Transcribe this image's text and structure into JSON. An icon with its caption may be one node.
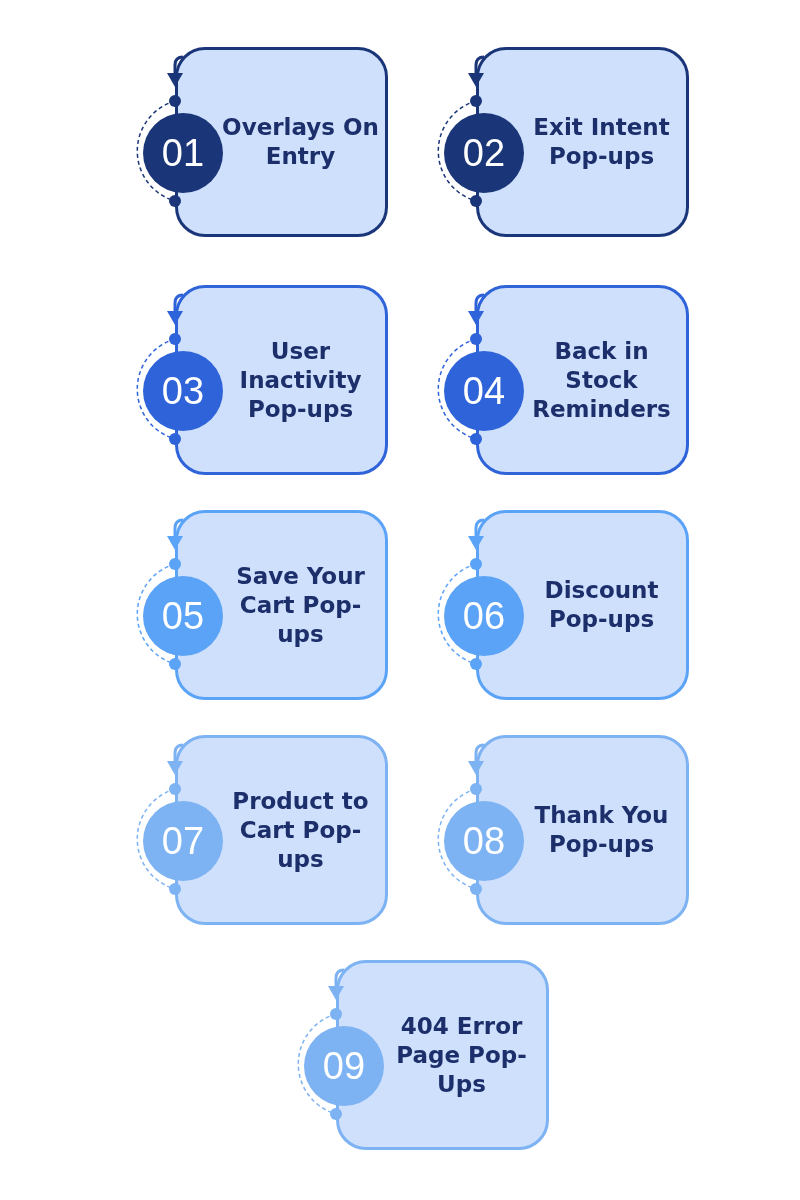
{
  "diagram": {
    "nodes": [
      {
        "text": [
          "01"
        ]
      },
      {
        "text": [
          "Overlays On Entry"
        ]
      },
      {
        "text": [
          "02"
        ]
      },
      {
        "text": [
          "Exit Intent Pop-ups"
        ]
      },
      {
        "text": [
          "03"
        ]
      },
      {
        "text": [
          "User Inactivity Pop-ups"
        ]
      },
      {
        "text": [
          "04"
        ]
      },
      {
        "text": [
          "Back in Stock Reminders"
        ]
      },
      {
        "text": [
          "05"
        ]
      },
      {
        "text": [
          "Save Your Cart Pop-ups"
        ]
      },
      {
        "text": [
          "06"
        ]
      },
      {
        "text": [
          "Discount Pop-ups"
        ]
      },
      {
        "text": [
          "07"
        ]
      },
      {
        "text": [
          "Product to Cart Pop-ups"
        ]
      },
      {
        "text": [
          "08"
        ]
      },
      {
        "text": [
          "Thank You Pop-ups"
        ]
      },
      {
        "text": [
          "09"
        ]
      },
      {
        "text": [
          "404 Error Page Pop-Ups"
        ]
      }
    ]
  }
}
